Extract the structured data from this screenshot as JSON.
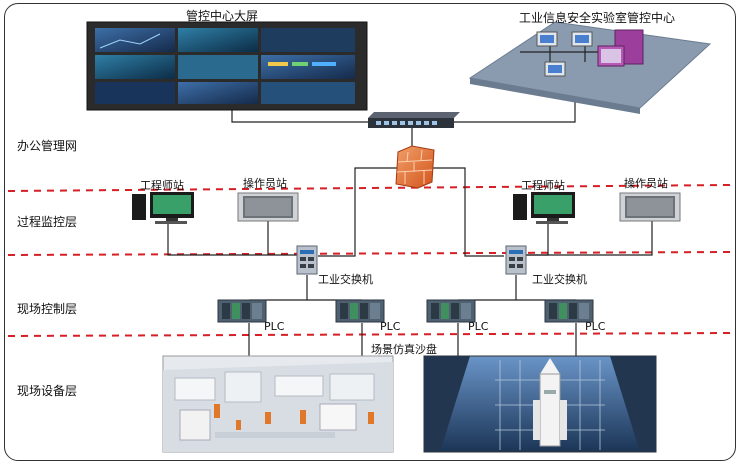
{
  "titles": {
    "big_screen": "管控中心大屏",
    "control_center": "工业信息安全实验室管控中心"
  },
  "layers": {
    "office": "办公管理网",
    "process": "过程监控层",
    "field_control": "现场控制层",
    "field_device": "现场设备层"
  },
  "stations": {
    "engineer_left": "工程师站",
    "operator_left": "操作员站",
    "engineer_right": "工程师站",
    "operator_right": "操作员站"
  },
  "switches": {
    "left": "工业交换机",
    "right": "工业交换机"
  },
  "plcs": [
    "PLC",
    "PLC",
    "PLC",
    "PLC"
  ],
  "sandbox": "场景仿真沙盘",
  "colors": {
    "divider": "#d61f26",
    "frame": "#333333",
    "line": "#222222",
    "firewall": "#e8743b"
  },
  "icons": [
    "wall-screen",
    "lab-network-icon",
    "network-switch-icon",
    "firewall-icon",
    "pc-icon",
    "hmi-panel-icon",
    "industrial-switch-icon",
    "plc-rack-icon"
  ]
}
